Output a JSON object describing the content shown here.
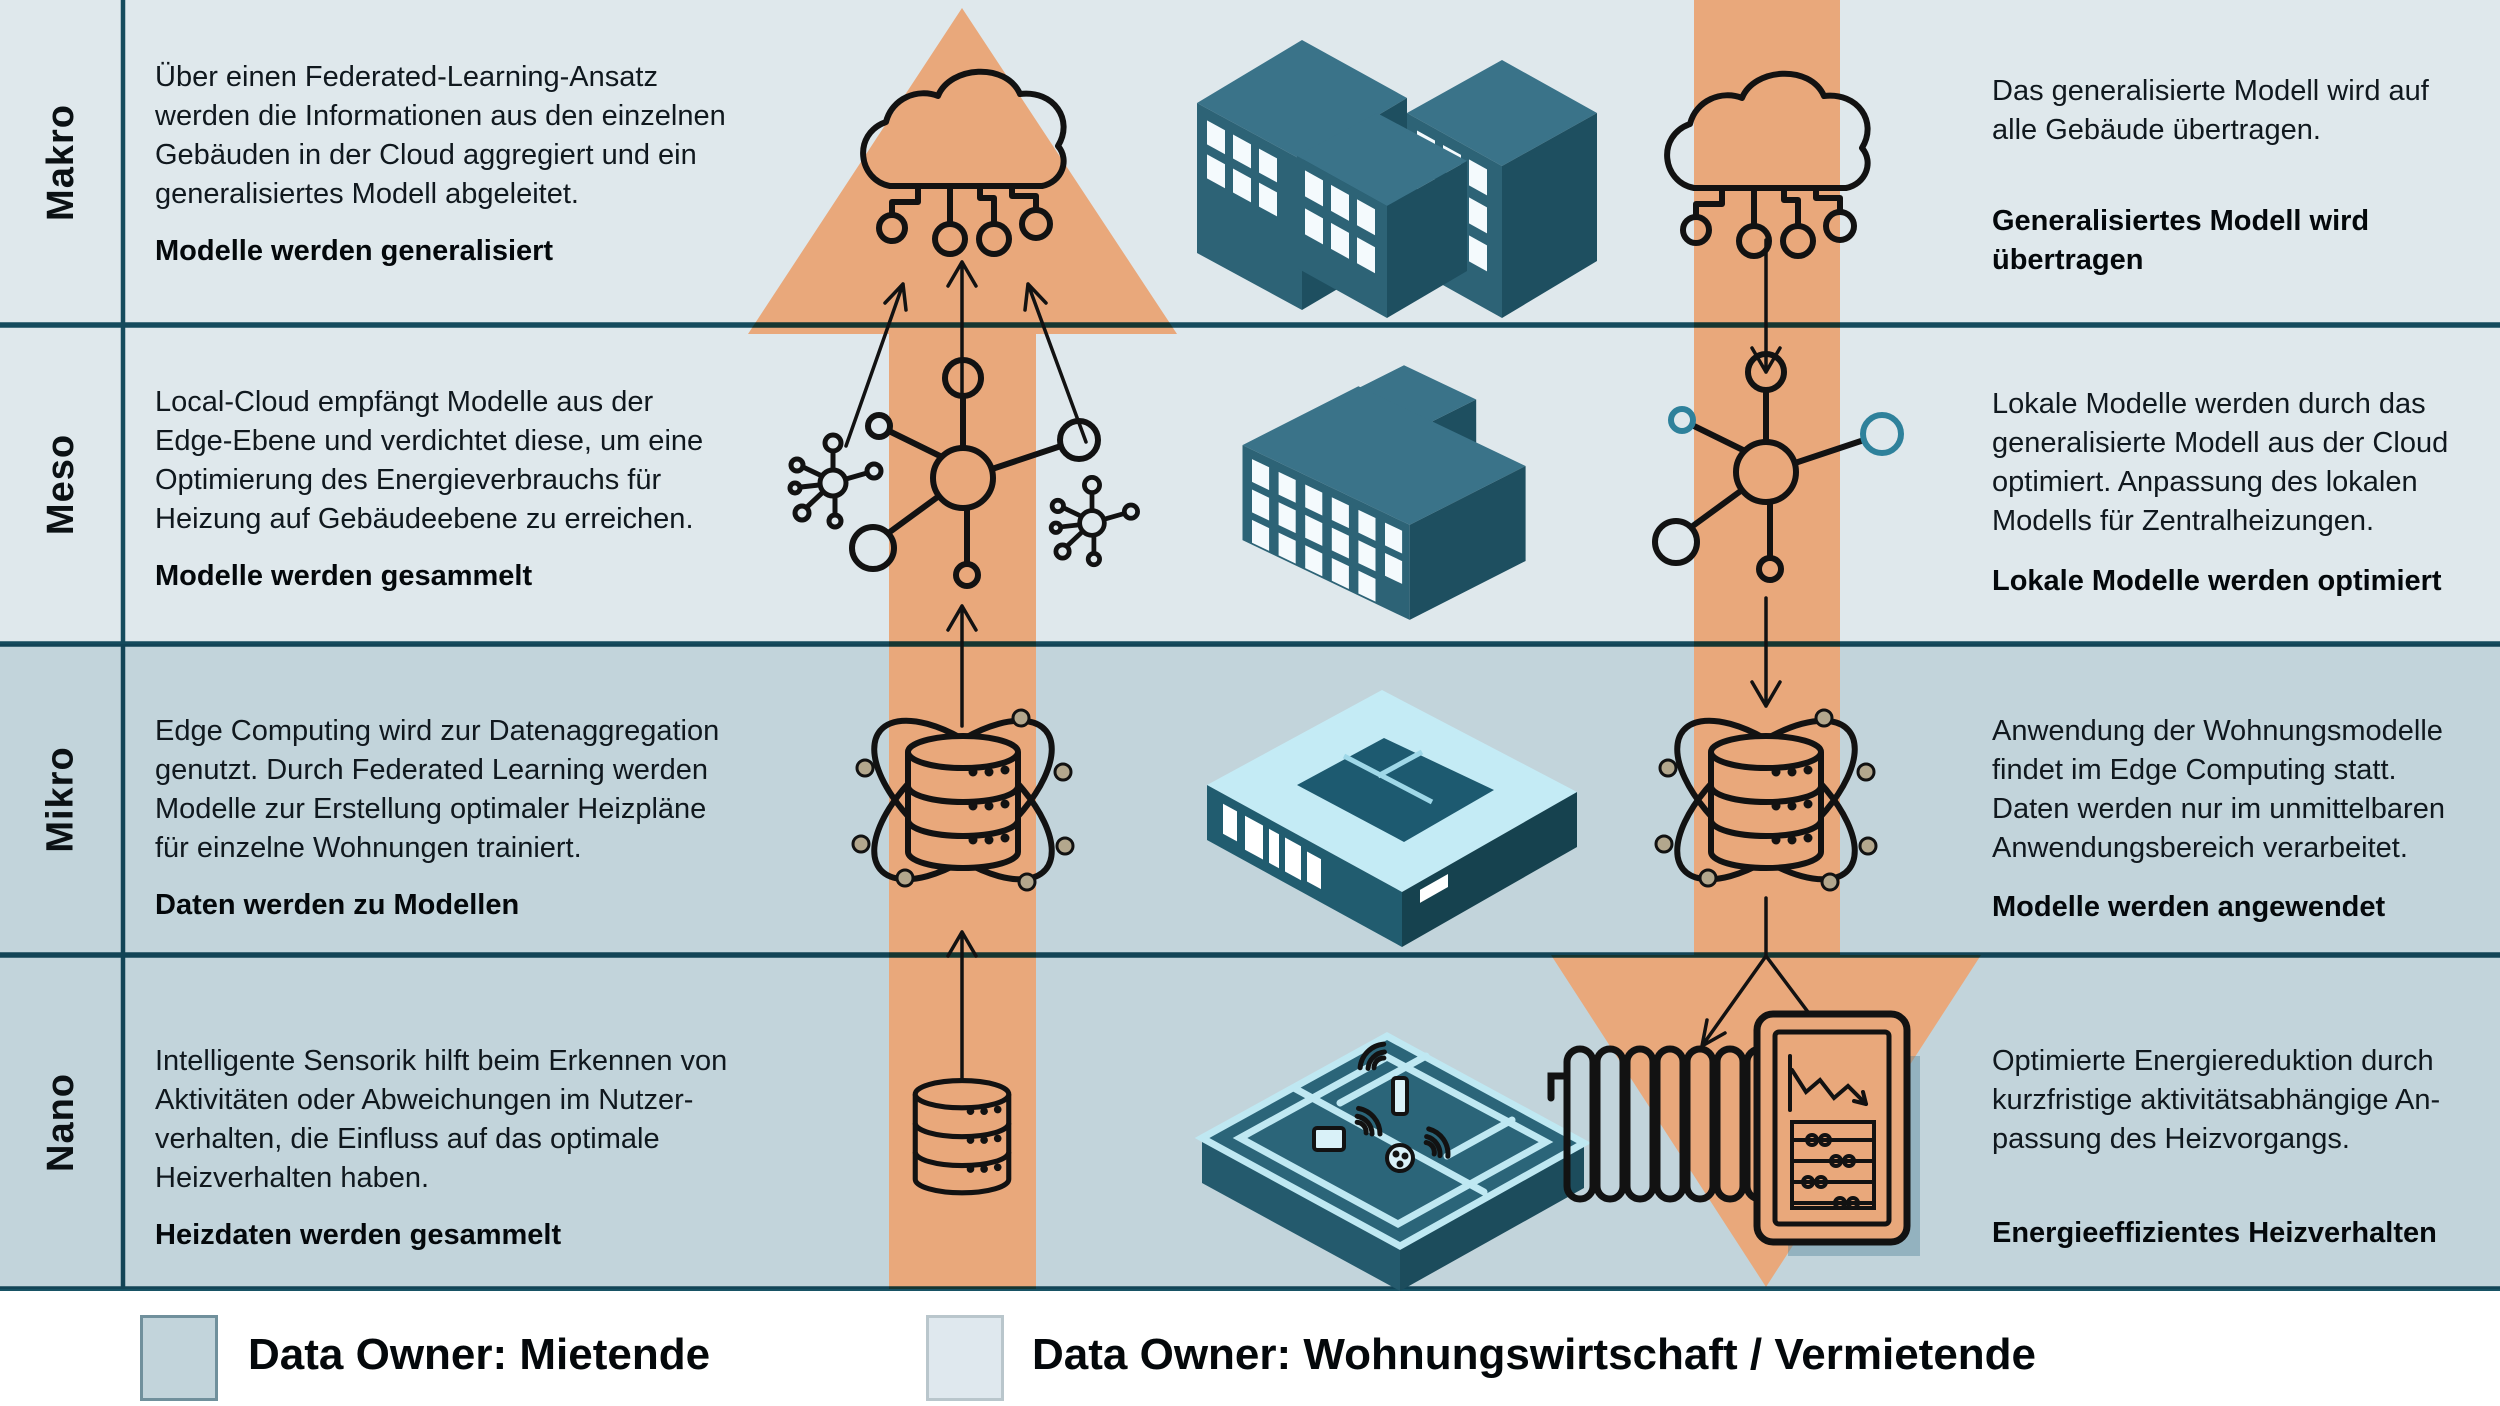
{
  "rows": [
    {
      "label": "Makro",
      "left_text": "Über einen Federated-Learning-Ansatz\nwerden die Informationen aus den einzelnen\nGebäuden in der Cloud aggregiert und ein\ngeneralisiertes Modell abgeleitet.",
      "left_bold": "Modelle werden generalisiert",
      "right_text": "Das generalisierte Modell wird auf\nalle Gebäude übertragen.",
      "right_bold": "Generalisiertes Modell wird\nübertragen"
    },
    {
      "label": "Meso",
      "left_text": "Local-Cloud empfängt Modelle aus der\nEdge-Ebene und verdichtet diese, um eine\nOptimierung des Energieverbrauchs für\nHeizung auf Gebäudeebene zu erreichen.",
      "left_bold": "Modelle werden gesammelt",
      "right_text": "Lokale Modelle werden durch das\ngeneralisierte Modell aus der Cloud\noptimiert. Anpassung des lokalen\nModells für Zentralheizungen.",
      "right_bold": "Lokale Modelle werden optimiert"
    },
    {
      "label": "Mikro",
      "left_text": "Edge Computing wird zur Datenaggregation\ngenutzt. Durch Federated Learning werden\nModelle zur Erstellung optimaler Heizpläne\nfür einzelne Wohnungen trainiert.",
      "left_bold": "Daten werden zu Modellen",
      "right_text": "Anwendung der Wohnungsmodelle\nfindet im Edge Computing statt.\nDaten werden nur im unmittelbaren\nAnwendungsbereich verarbeitet.",
      "right_bold": "Modelle werden angewendet"
    },
    {
      "label": "Nano",
      "left_text": "Intelligente Sensorik hilft beim Erkennen von\nAktivitäten oder Abweichungen im Nutzer-\nverhalten, die Einfluss auf das optimale\nHeizverhalten haben.",
      "left_bold": "Heizdaten werden gesammelt",
      "right_text": "Optimierte Energiereduktion durch\nkurzfristige aktivitätsabhängige An-\npassung des Heizvorgangs.",
      "right_bold": "Energieeffizientes Heizverhalten"
    }
  ],
  "legend": {
    "items": [
      {
        "label": "Data Owner: Mietende",
        "color": "#c2d4db"
      },
      {
        "label": "Data Owner: Wohnungswirtschaft / Vermietende",
        "color": "#dfe8ee"
      }
    ]
  },
  "colors": {
    "row_light": "#dfe8ec",
    "row_dark": "#c2d4db",
    "border_teal": "#175264",
    "flow_arrow_orange": "#e9a87b",
    "icon_ink": "#121212",
    "building_top": "#3a7389",
    "building_front": "#2d6376",
    "building_side": "#1e4f60",
    "plan_light": "#c4ebf5",
    "teal_accent": "#2e819b"
  },
  "icons": {
    "up_flow": "up-flow-arrow",
    "down_flow": "down-flow-arrow",
    "cloud": "cloud-network-icon",
    "buildings": "building-cluster-icon",
    "hub": "hub-network-icon",
    "small_hub": "small-hub-icon",
    "apartment": "apartment-building-icon",
    "edge": "edge-computing-icon",
    "floorplan": "floorplan-icon",
    "database": "database-icon",
    "smart_home": "smart-home-floorplan-icon",
    "radiator": "radiator-icon",
    "thermostat": "smart-thermostat-icon"
  }
}
